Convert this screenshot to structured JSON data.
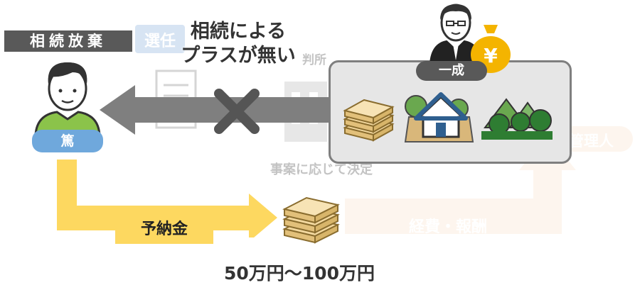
{
  "title_label": "相続放棄",
  "no_asset_text_line1": "相続による",
  "no_asset_text_line2": "プラスが無い",
  "person_left_name": "篤",
  "person_right_name": "一成",
  "deposit_label": "予納金",
  "amount_range": "50万円〜100万円",
  "faded": {
    "elect_text": "選任",
    "court_text": "判所",
    "case_text": "事案に応じて決定",
    "expense_text": "経費・報酬",
    "admin_text": "管理人"
  },
  "colors": {
    "yellow": "#FDD860",
    "gray_arrow": "#7F7F7F",
    "blue_pill": "#6FA8DC",
    "peach": "#FBE5D0",
    "box_border": "#7F7F7F",
    "box_fill": "#E6E6E6"
  }
}
